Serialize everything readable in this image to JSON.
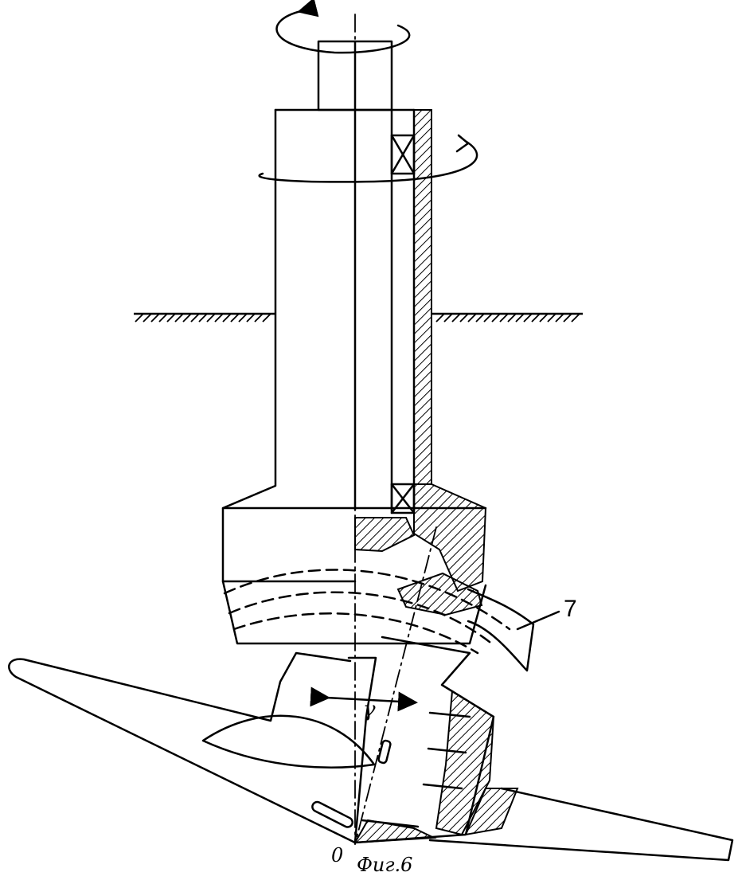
{
  "labels": {
    "callout_7": "7",
    "angle": "γ",
    "origin": "0",
    "figure_caption": "Фиг.6"
  }
}
